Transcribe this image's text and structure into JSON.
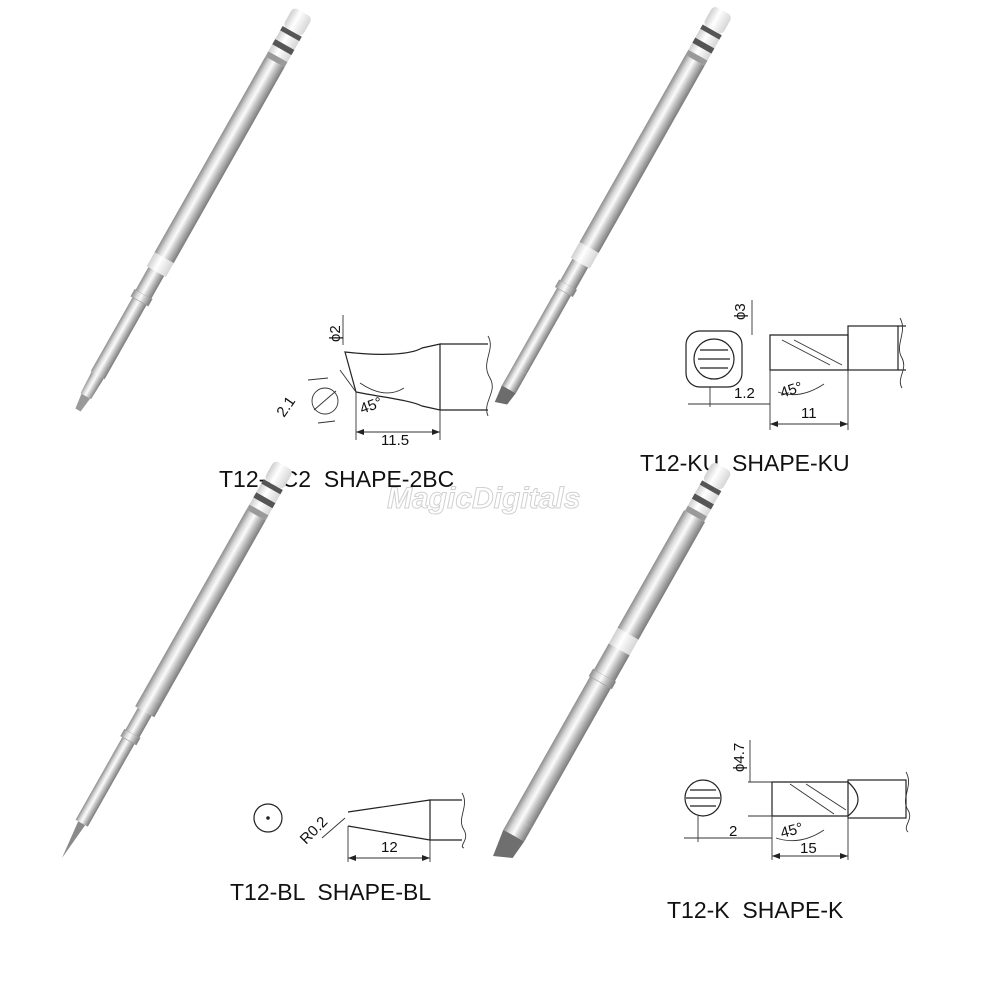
{
  "watermark": "MagicDigitals",
  "panels": [
    {
      "caption": "T12-BC2  SHAPE-2BC",
      "dims": {
        "diameter": "ϕ2",
        "angle": "45°",
        "flat": "2.1",
        "length": "11.5"
      }
    },
    {
      "caption": "T12-KU  SHAPE-KU",
      "dims": {
        "diameter": "ϕ3",
        "angle": "45°",
        "flat": "1.2",
        "length": "11"
      }
    },
    {
      "caption": "T12-BL  SHAPE-BL",
      "dims": {
        "radius": "R0.2",
        "length": "12"
      }
    },
    {
      "caption": "T12-K  SHAPE-K",
      "dims": {
        "diameter": "ϕ4.7",
        "angle": "45°",
        "flat": "2",
        "length": "15"
      }
    }
  ],
  "colors": {
    "metal_light": "#f4f4f4",
    "metal_mid": "#c8c8c8",
    "metal_dark": "#8d8d8d",
    "ceramic": "#ececec",
    "text": "#111111"
  }
}
